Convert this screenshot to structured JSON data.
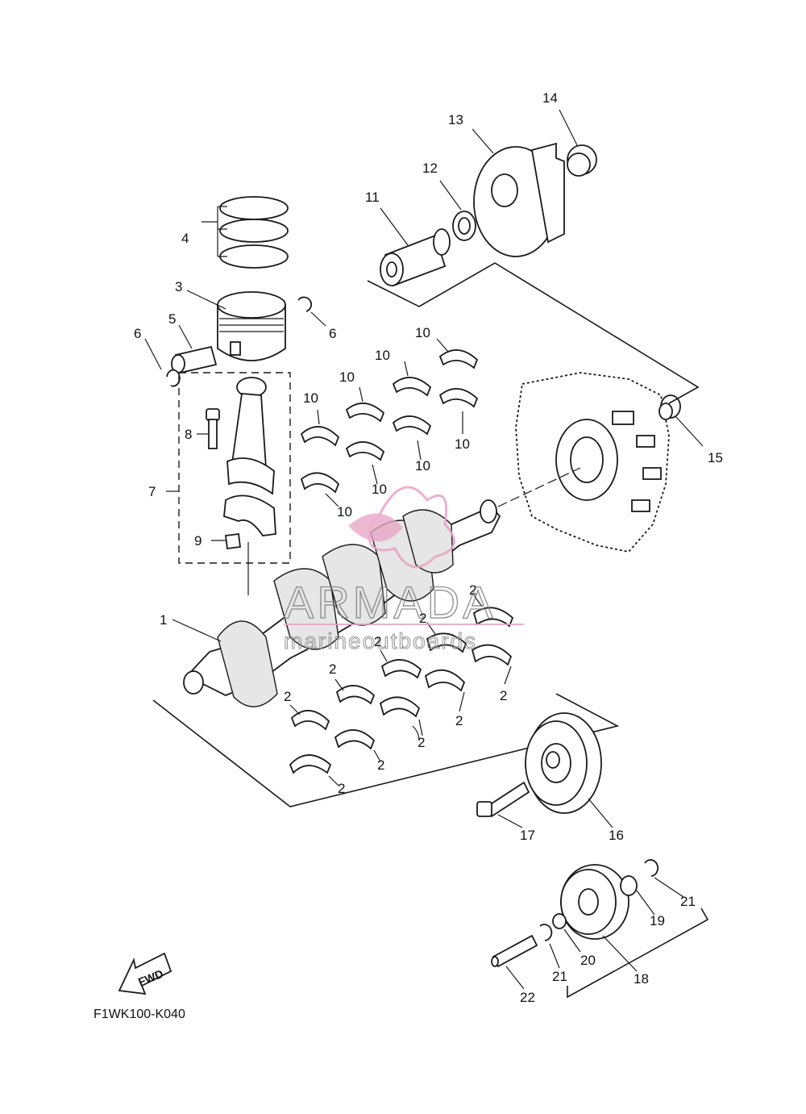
{
  "diagram": {
    "code": "F1WK100-K040",
    "fwd_label": "FWD",
    "watermark": {
      "brand": "ARMADA",
      "tagline": "marineoutboards",
      "color": "#e8a3c4"
    },
    "callouts": {
      "p1": "1",
      "p2": "2",
      "p3": "3",
      "p4": "4",
      "p5": "5",
      "p6": "6",
      "p7": "7",
      "p8": "8",
      "p9": "9",
      "p10": "10",
      "p11": "11",
      "p12": "12",
      "p13": "13",
      "p14": "14",
      "p15": "15",
      "p16": "16",
      "p17": "17",
      "p18": "18",
      "p19": "19",
      "p20": "20",
      "p21": "21",
      "p22": "22"
    }
  }
}
